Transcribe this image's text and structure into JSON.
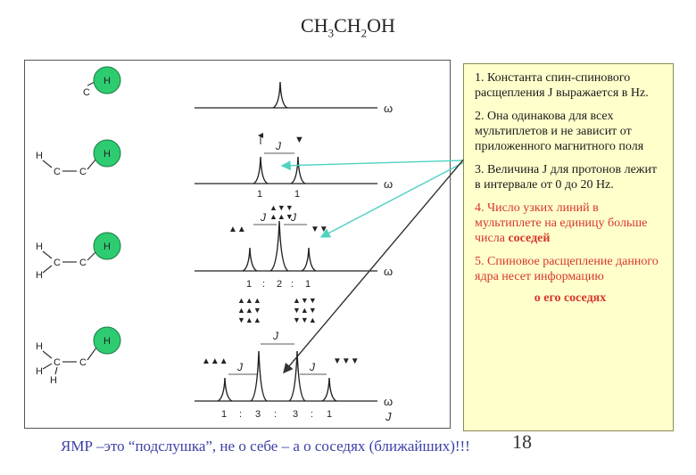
{
  "title": {
    "main": "CH",
    "sub1": "3",
    "mid": "CH",
    "sub2": "2",
    "end": "OH"
  },
  "molecules": {
    "h": "H",
    "c": "C"
  },
  "spectra": {
    "omega": "ω",
    "j": "J",
    "row2_intensities": [
      "1",
      "1"
    ],
    "row3_intensities": [
      "1",
      ":",
      "2",
      ":",
      "1"
    ],
    "row4_intensities": [
      "1",
      ":",
      "3",
      ":",
      "3",
      ":",
      "1"
    ],
    "j_axis_label": "J"
  },
  "notes": {
    "n1": "1. Константа спин-спинового расщепления J выражается в Hz.",
    "n2": "2. Она одинакова для всех мультиплетов и не зависит от приложенного магнитного поля",
    "n3": "3. Величина J для протонов лежит в интервале от 0 до 20 Hz.",
    "n4_a": "4. Число узких линий в мультиплете на единицу больше числа ",
    "n4_b": "соседей",
    "n5": "5. Спиновое расщепление данного ядра несет информацию",
    "n5_b": "о его соседях"
  },
  "colors": {
    "note_bg": "#ffffcc",
    "red_text": "#d7362b",
    "footer_text": "#3b3fa6",
    "h_atom": "#2ecc71",
    "arrow_line": "#4fd3c0"
  },
  "footer": "ЯМР –это “подслушка”, не о себе – а о соседях (ближайших)!!!",
  "page_number": "18"
}
